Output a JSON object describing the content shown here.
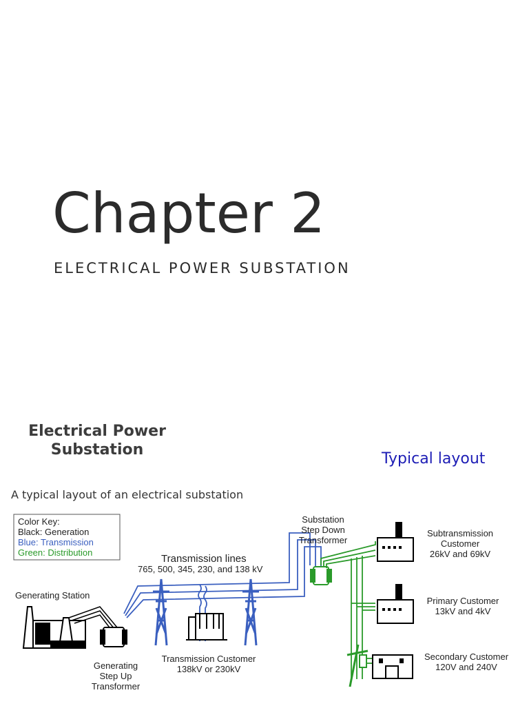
{
  "chapter": {
    "title": "Chapter 2",
    "subtitle": "ELECTRICAL POWER SUBSTATION"
  },
  "section": {
    "title_line1": "Electrical Power",
    "title_line2": "Substation",
    "typical_label": "Typical layout",
    "caption": "A typical layout of an electrical substation"
  },
  "diagram": {
    "color_key": {
      "heading": "Color Key:",
      "black": "Black:  Generation",
      "blue": "Blue:    Transmission",
      "green": "Green: Distribution"
    },
    "colors": {
      "generation": "#000000",
      "transmission": "#3a5fbf",
      "distribution": "#2a9a2a"
    },
    "labels": {
      "transmission_lines": "Transmission lines",
      "transmission_voltages": "765, 500, 345, 230, and 138 kV",
      "generating_station": "Generating Station",
      "step_up_1": "Generating",
      "step_up_2": "Step Up",
      "step_up_3": "Transformer",
      "tx_customer_1": "Transmission Customer",
      "tx_customer_2": "138kV or 230kV",
      "substation_1": "Substation",
      "substation_2": "Step Down",
      "substation_3": "Transformer",
      "subtx_1": "Subtransmission",
      "subtx_2": "Customer",
      "subtx_3": "26kV and 69kV",
      "primary_1": "Primary Customer",
      "primary_2": "13kV and 4kV",
      "secondary_1": "Secondary Customer",
      "secondary_2": "120V and 240V"
    }
  }
}
